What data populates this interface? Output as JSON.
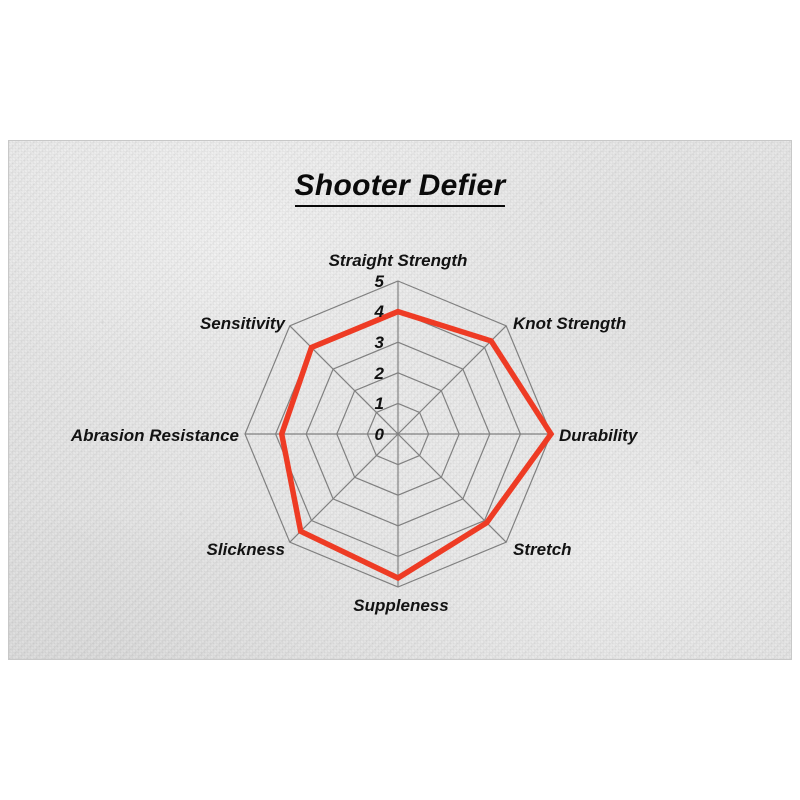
{
  "chart_title": "Shooter Defier",
  "chart_data": {
    "type": "radar",
    "title": "Shooter Defier",
    "categories": [
      "Straight Strength",
      "Knot Strength",
      "Durability",
      "Stretch",
      "Suppleness",
      "Slickness",
      "Abrasion Resistance",
      "Sensitivity"
    ],
    "values": [
      4,
      4.3,
      5,
      4.1,
      4.7,
      4.5,
      3.8,
      4
    ],
    "series": [
      {
        "name": "Shooter Defier",
        "values": [
          4,
          4.3,
          5,
          4.1,
          4.7,
          4.5,
          3.8,
          4
        ],
        "color": "#EE3B24"
      }
    ],
    "tick_labels": [
      "0",
      "1",
      "2",
      "3",
      "4",
      "5"
    ],
    "rlim": [
      0,
      5
    ],
    "grid": true,
    "grid_color": "#808080",
    "legend": "none",
    "xlabel": "",
    "ylabel": ""
  },
  "ticks": {
    "t0": "0",
    "t1": "1",
    "t2": "2",
    "t3": "3",
    "t4": "4",
    "t5": "5"
  },
  "labels": {
    "straight_strength": "Straight Strength",
    "knot_strength": "Knot Strength",
    "durability": "Durability",
    "stretch": "Stretch",
    "suppleness": "Suppleness",
    "slickness": "Slickness",
    "abrasion_resistance": "Abrasion Resistance",
    "sensitivity": "Sensitivity"
  },
  "colors": {
    "series": "#EE3B24",
    "grid": "#808080",
    "text": "#101010",
    "paper": "#e8e8e8"
  }
}
